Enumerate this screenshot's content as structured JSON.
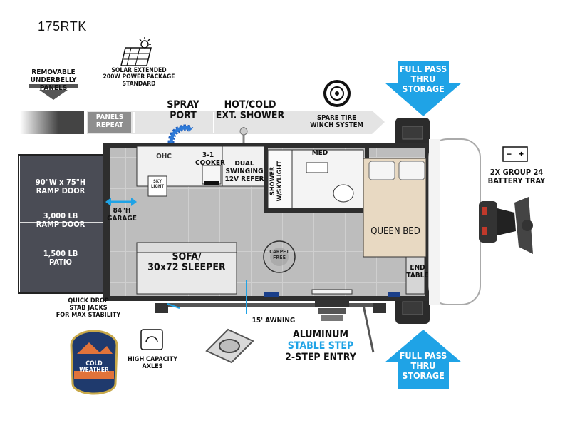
{
  "model": "175RTK",
  "labels": {
    "underbelly": "REMOVABLE\nUNDERBELLY\nPANELS",
    "solar": "SOLAR EXTENDED\n200W POWER PACKAGE\nSTANDARD",
    "panels_repeat": "PANELS\nREPEAT",
    "spray_port": "SPRAY\nPORT",
    "shower_ext": "HOT/COLD\nEXT. SHOWER",
    "spare_tire": "SPARE TIRE\nWINCH SYSTEM",
    "storage_top": "FULL PASS\nTHRU\nSTORAGE",
    "storage_bottom": "FULL PASS\nTHRU\nSTORAGE",
    "battery": "2X GROUP 24\nBATTERY TRAY",
    "ramp_size": "90\"W x 75\"H\nRAMP DOOR",
    "ramp_weight": "3,000 LB\nRAMP DOOR",
    "patio": "1,500 LB\nPATIO",
    "garage": "84\"H\nGARAGE",
    "ohc": "OHC",
    "sky_light": "SKY\nLIGHT",
    "cooker": "3-1\nCOOKER",
    "refer": "DUAL SWINGING\n12V REFER",
    "shower": "SHOWER\nW/SKYLIGHT",
    "med": "MED",
    "queen_bed": "QUEEN BED",
    "end_table": "END\nTABLE",
    "sofa": "SOFA/\n30x72 SLEEPER",
    "carpet": "CARPET\nFREE",
    "stab_jacks": "QUICK DROP\nSTAB JACKS\nFOR MAX STABILITY",
    "awning": "15' AWNING",
    "entry_line1": "ALUMINUM",
    "entry_line2": "STABLE STEP",
    "entry_line3": "2-STEP ENTRY",
    "axles": "HIGH CAPACITY\nAXLES",
    "cold_weather": "COLD WEATHER",
    "battery_minus": "−",
    "battery_plus": "+"
  },
  "colors": {
    "accent_blue": "#1fa3e6",
    "garage_dark": "#4a4c55",
    "floor_gray": "#bcbcbc",
    "bed_tan": "#e8d9c2",
    "wall_dark": "#2e2e2e",
    "banner_gray": "#e4e4e4"
  }
}
